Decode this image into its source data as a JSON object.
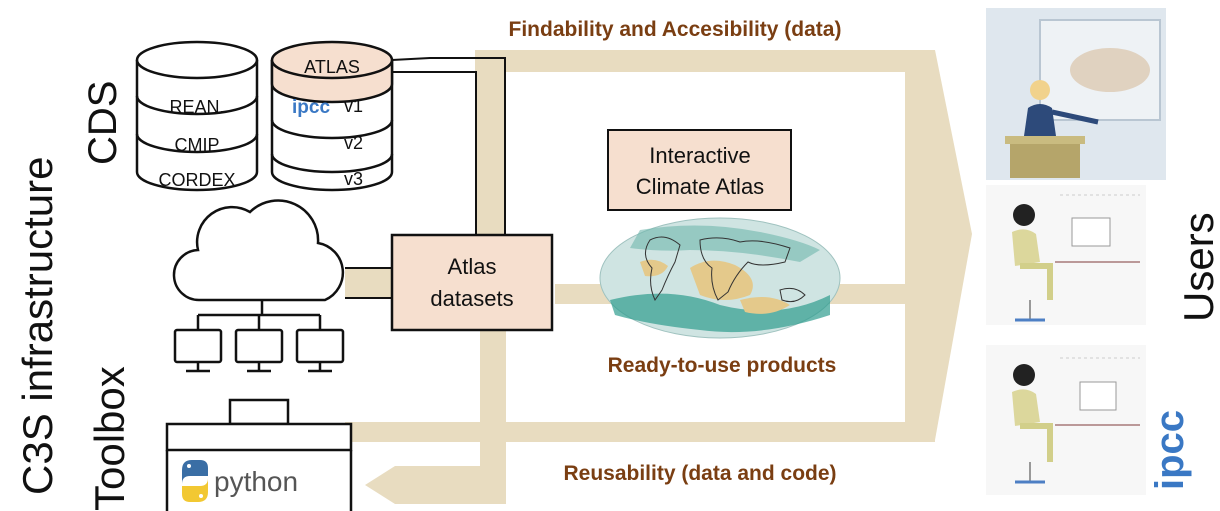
{
  "side_labels": {
    "c3s": "C3S infrastructure",
    "cds": "CDS",
    "toolbox": "Toolbox",
    "users": "Users"
  },
  "flows": {
    "top": "Findability and Accesibility (data)",
    "middle": "Ready-to-use products",
    "bottom": "Reusability (data and code)"
  },
  "databases": {
    "left": [
      "REAN.",
      "CMIP",
      "CORDEX"
    ],
    "right_top": "ATLAS",
    "right_versions": [
      "v1",
      "v2",
      "v3"
    ],
    "ipcc_logo": "ipcc"
  },
  "boxes": {
    "interactive_line1": "Interactive",
    "interactive_line2": "Climate Atlas",
    "atlas_line1": "Atlas",
    "atlas_line2": "datasets"
  },
  "python_logo": "python",
  "users_ipcc_logo": "ipcc",
  "colors": {
    "flow": "#e8dcc0",
    "flow_label": "#7a3e12",
    "box_fill": "#f6dfcf",
    "ipcc_blue": "#3a78c4"
  }
}
